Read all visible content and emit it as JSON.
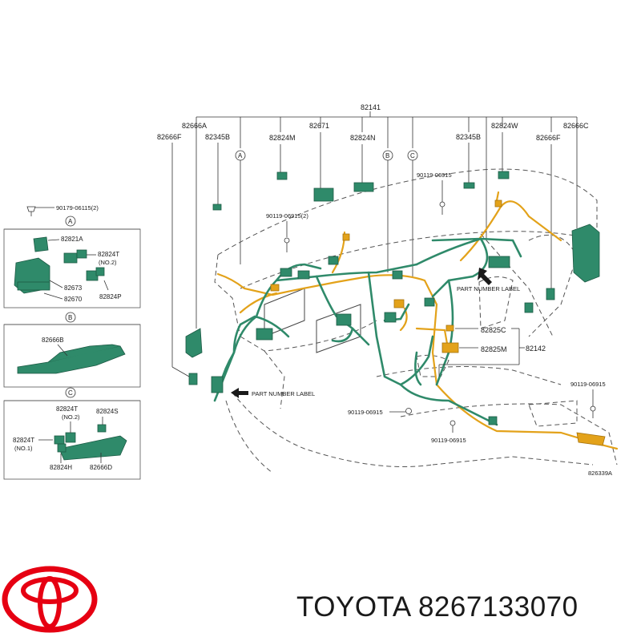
{
  "callouts": {
    "top_main": "82141",
    "c_82666A": "82666A",
    "c_82666F_left": "82666F",
    "c_82345B_left": "82345B",
    "c_82824M": "82824M",
    "c_82671": "82671",
    "c_82824N": "82824N",
    "c_82345B_right": "82345B",
    "c_82824W": "82824W",
    "c_82666C": "82666C",
    "c_82666F_right": "82666F",
    "c_90119_06915_top": "90119-06915",
    "c_90119_06915_2": "90119-06915(2)",
    "c_82825C": "82825C",
    "c_82825M": "82825M",
    "c_82142": "82142",
    "c_90119_06915_right": "90119-06915",
    "c_90119_06915_mid": "90119-06915",
    "c_90119_06915_bottom": "90119-06915",
    "part_number_label_1": "PART NUMBER LABEL",
    "part_number_label_2": "PART NUMBER LABEL",
    "figure_id": "826339A",
    "circle_a": "A",
    "circle_b": "B",
    "circle_c": "C"
  },
  "insets": {
    "top_bolt": "90179-06115(2)",
    "a": {
      "letter": "A",
      "p1": "82821A",
      "p2": "82824T",
      "p2_sub": "(NO.2)",
      "p3": "82673",
      "p4": "82670",
      "p5": "82824P"
    },
    "b": {
      "letter": "B",
      "p1": "82666B"
    },
    "c": {
      "letter": "C",
      "p1": "82824T",
      "p1_sub": "(NO.2)",
      "p2": "82824S",
      "p3": "82824T",
      "p3_sub": "(NO.1)",
      "p4": "82824H",
      "p5": "82666D"
    }
  },
  "footer": {
    "brand_text": "TOYOTA 8267133070",
    "logo": "toyota-logo-icon",
    "logo_color": "#e60012"
  },
  "colors": {
    "wire_yellow": "#e3a21a",
    "wire_green": "#2f8a6a"
  }
}
